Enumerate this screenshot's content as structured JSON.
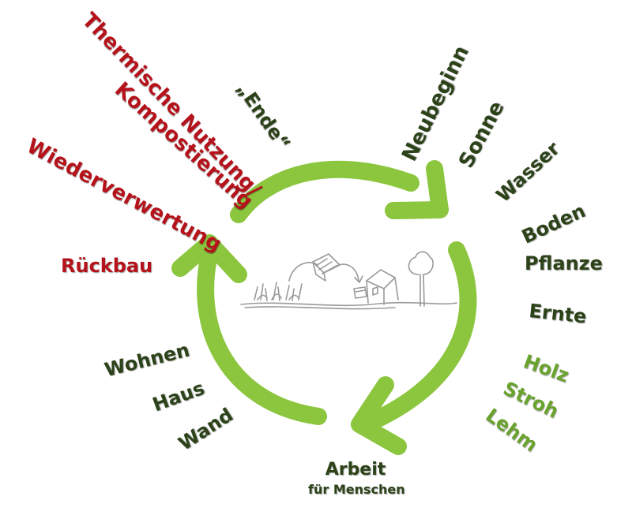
{
  "labels": {
    "ende": "„Ende“",
    "neubeginn": "Neubeginn",
    "sonne": "Sonne",
    "wasser": "Wasser",
    "boden": "Boden",
    "pflanze": "Pflanze",
    "ernte": "Ernte",
    "holz": "Holz",
    "stroh": "Stroh",
    "lehm": "Lehm",
    "arbeit": "Arbeit",
    "fuer_menschen": "für Menschen",
    "wand": "Wand",
    "haus": "Haus",
    "wohnen": "Wohnen",
    "rueckbau": "Rückbau",
    "wiederverwertung": "Wiederverwertung",
    "kompostierung": "Kompostierung",
    "thermische_nutzung": "Thermische Nutzung/"
  },
  "colors": {
    "arrow": "#8cc63f",
    "dark_text": "#2c4219",
    "red_text": "#b5121b",
    "light_text": "#6aa22e",
    "sketch": "#9a9a9a"
  },
  "icons": {
    "center_sketch": "landscape-sketch-icon"
  }
}
